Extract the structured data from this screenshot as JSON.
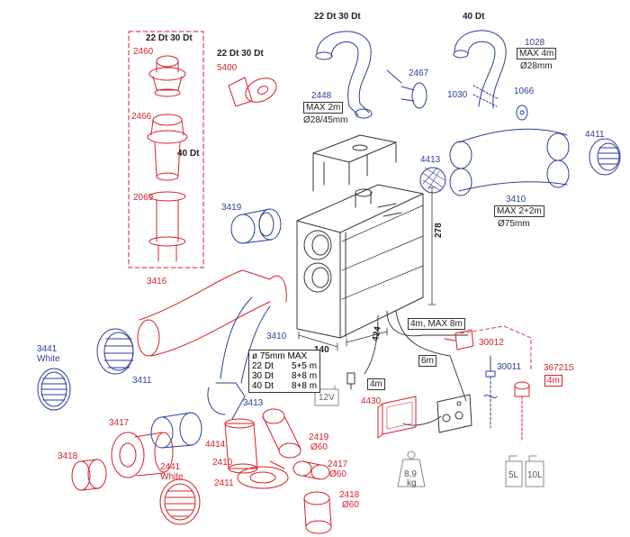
{
  "colors": {
    "red": "#d8202a",
    "blue": "#2a3f9a",
    "gray": "#555555"
  },
  "labels": {
    "c22_30_top": "22 Dt   30 Dt",
    "c2460": "2460",
    "c2466": "2466",
    "c40dt_left": "40 Dt",
    "c2069": "2069",
    "c22_30_mid": "22 Dt   30 Dt",
    "c5400": "5400",
    "c22_30_right": "22 Dt   30 Dt",
    "c40dt_right": "40 Dt",
    "c2467": "2467",
    "c2448": "2448",
    "max2m": "MAX 2m",
    "dia2845": "Ø28/45mm",
    "c1028": "1028",
    "max4m": "MAX 4m",
    "dia28": "Ø28mm",
    "c1030": "1030",
    "c1066": "1066",
    "c4411": "4411",
    "c4413": "4413",
    "c3410_right": "3410",
    "max22m": "MAX 2+2m",
    "dia75": "Ø75mm",
    "c3419": "3419",
    "dim278": "278",
    "c3416": "3416",
    "c3410_left": "3410",
    "c3441": "3441",
    "white1": "White",
    "c3411": "3411",
    "dim140": "140",
    "dim424": "424",
    "m4max8": "4m, MAX 8m",
    "c30012": "30012",
    "c30011": "30011",
    "c367215": "367215",
    "m4_red": "4m",
    "m6": "6m",
    "m4_black": "4m",
    "v12": "12V",
    "c4430": "4430",
    "c3413": "3413",
    "c4414": "4414",
    "c2410": "2410",
    "c2411": "2411",
    "c2419": "2419",
    "dia60a": "Ø60",
    "c2417": "2417",
    "dia60b": "Ø60",
    "c2418": "2418",
    "dia60c": "Ø60",
    "c3417": "3417",
    "c3418": "3418",
    "c2441": "2441",
    "white2": "White",
    "weight": "8,9",
    "kg": "kg",
    "l5": "5L",
    "l10": "10L"
  },
  "spec_table": {
    "header": "ø 75mm MAX",
    "rows": [
      {
        "model": "22 Dt",
        "len": "5+5 m"
      },
      {
        "model": "30 Dt",
        "len": "8+8 m"
      },
      {
        "model": "40 Dt",
        "len": "8+8 m"
      }
    ]
  }
}
